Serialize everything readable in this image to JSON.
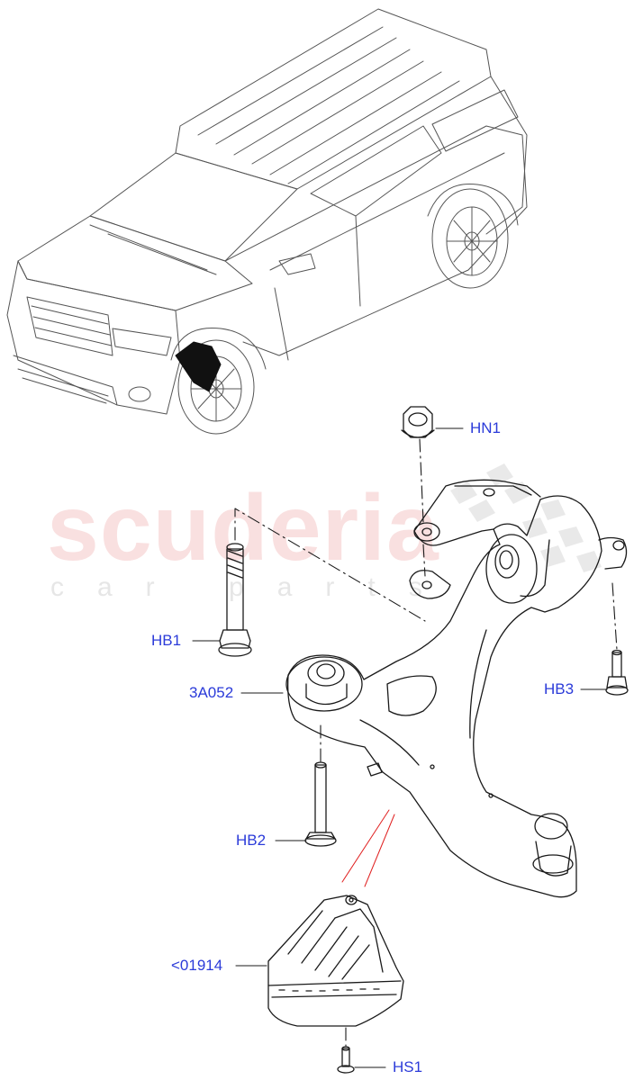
{
  "watermark": {
    "main": "scuderia",
    "sub": "car parts"
  },
  "callouts": {
    "hn1": "HN1",
    "hb1": "HB1",
    "a3a052": "3A052",
    "hb3": "HB3",
    "hb2": "HB2",
    "c01914": "<01914",
    "hs1": "HS1"
  },
  "colors": {
    "callout_text": "#2b3bd9",
    "line_art": "#1a1a1a",
    "highlight_line": "#e02020",
    "watermark_text": "#eca0a0"
  }
}
